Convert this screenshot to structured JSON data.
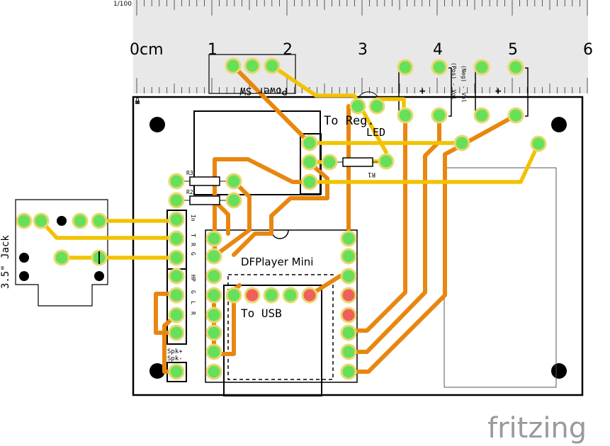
{
  "ruler": {
    "scale_label": "1/100",
    "cm_labels": [
      "0cm",
      "1",
      "2",
      "3",
      "4",
      "5",
      "6"
    ]
  },
  "board": {
    "title": "DFPlayer Mini",
    "labels": {
      "to_reg": "To Reg.",
      "led": "LED",
      "to_usb": "To USB",
      "power_sw": "Power SW",
      "jack": "3.5\" Jack",
      "r1": "R1",
      "r2": "R2",
      "r3": "R3",
      "plus_a": "+",
      "plus_b": "+",
      "bat_a": "(Pos) - Vol",
      "bat_b": "(Neg) - Vol",
      "in": "In",
      "t": "T",
      "r": "R",
      "g": "G",
      "hp": "HP",
      "hp_g": "G",
      "hp_l": "L",
      "hp_r": "R",
      "spk_pos": "Spk+",
      "spk_neg": "Spk-"
    }
  },
  "logo": {
    "text": "fritzing",
    "color": "#9a9a9a"
  },
  "colors": {
    "trace_top": "#f2c200",
    "trace_bottom": "#e8870f",
    "pad_green": "#66e05a",
    "pad_red": "#f0605a",
    "pad_ring": "#e8d870",
    "ruler_bg": "#e6e6e6"
  }
}
